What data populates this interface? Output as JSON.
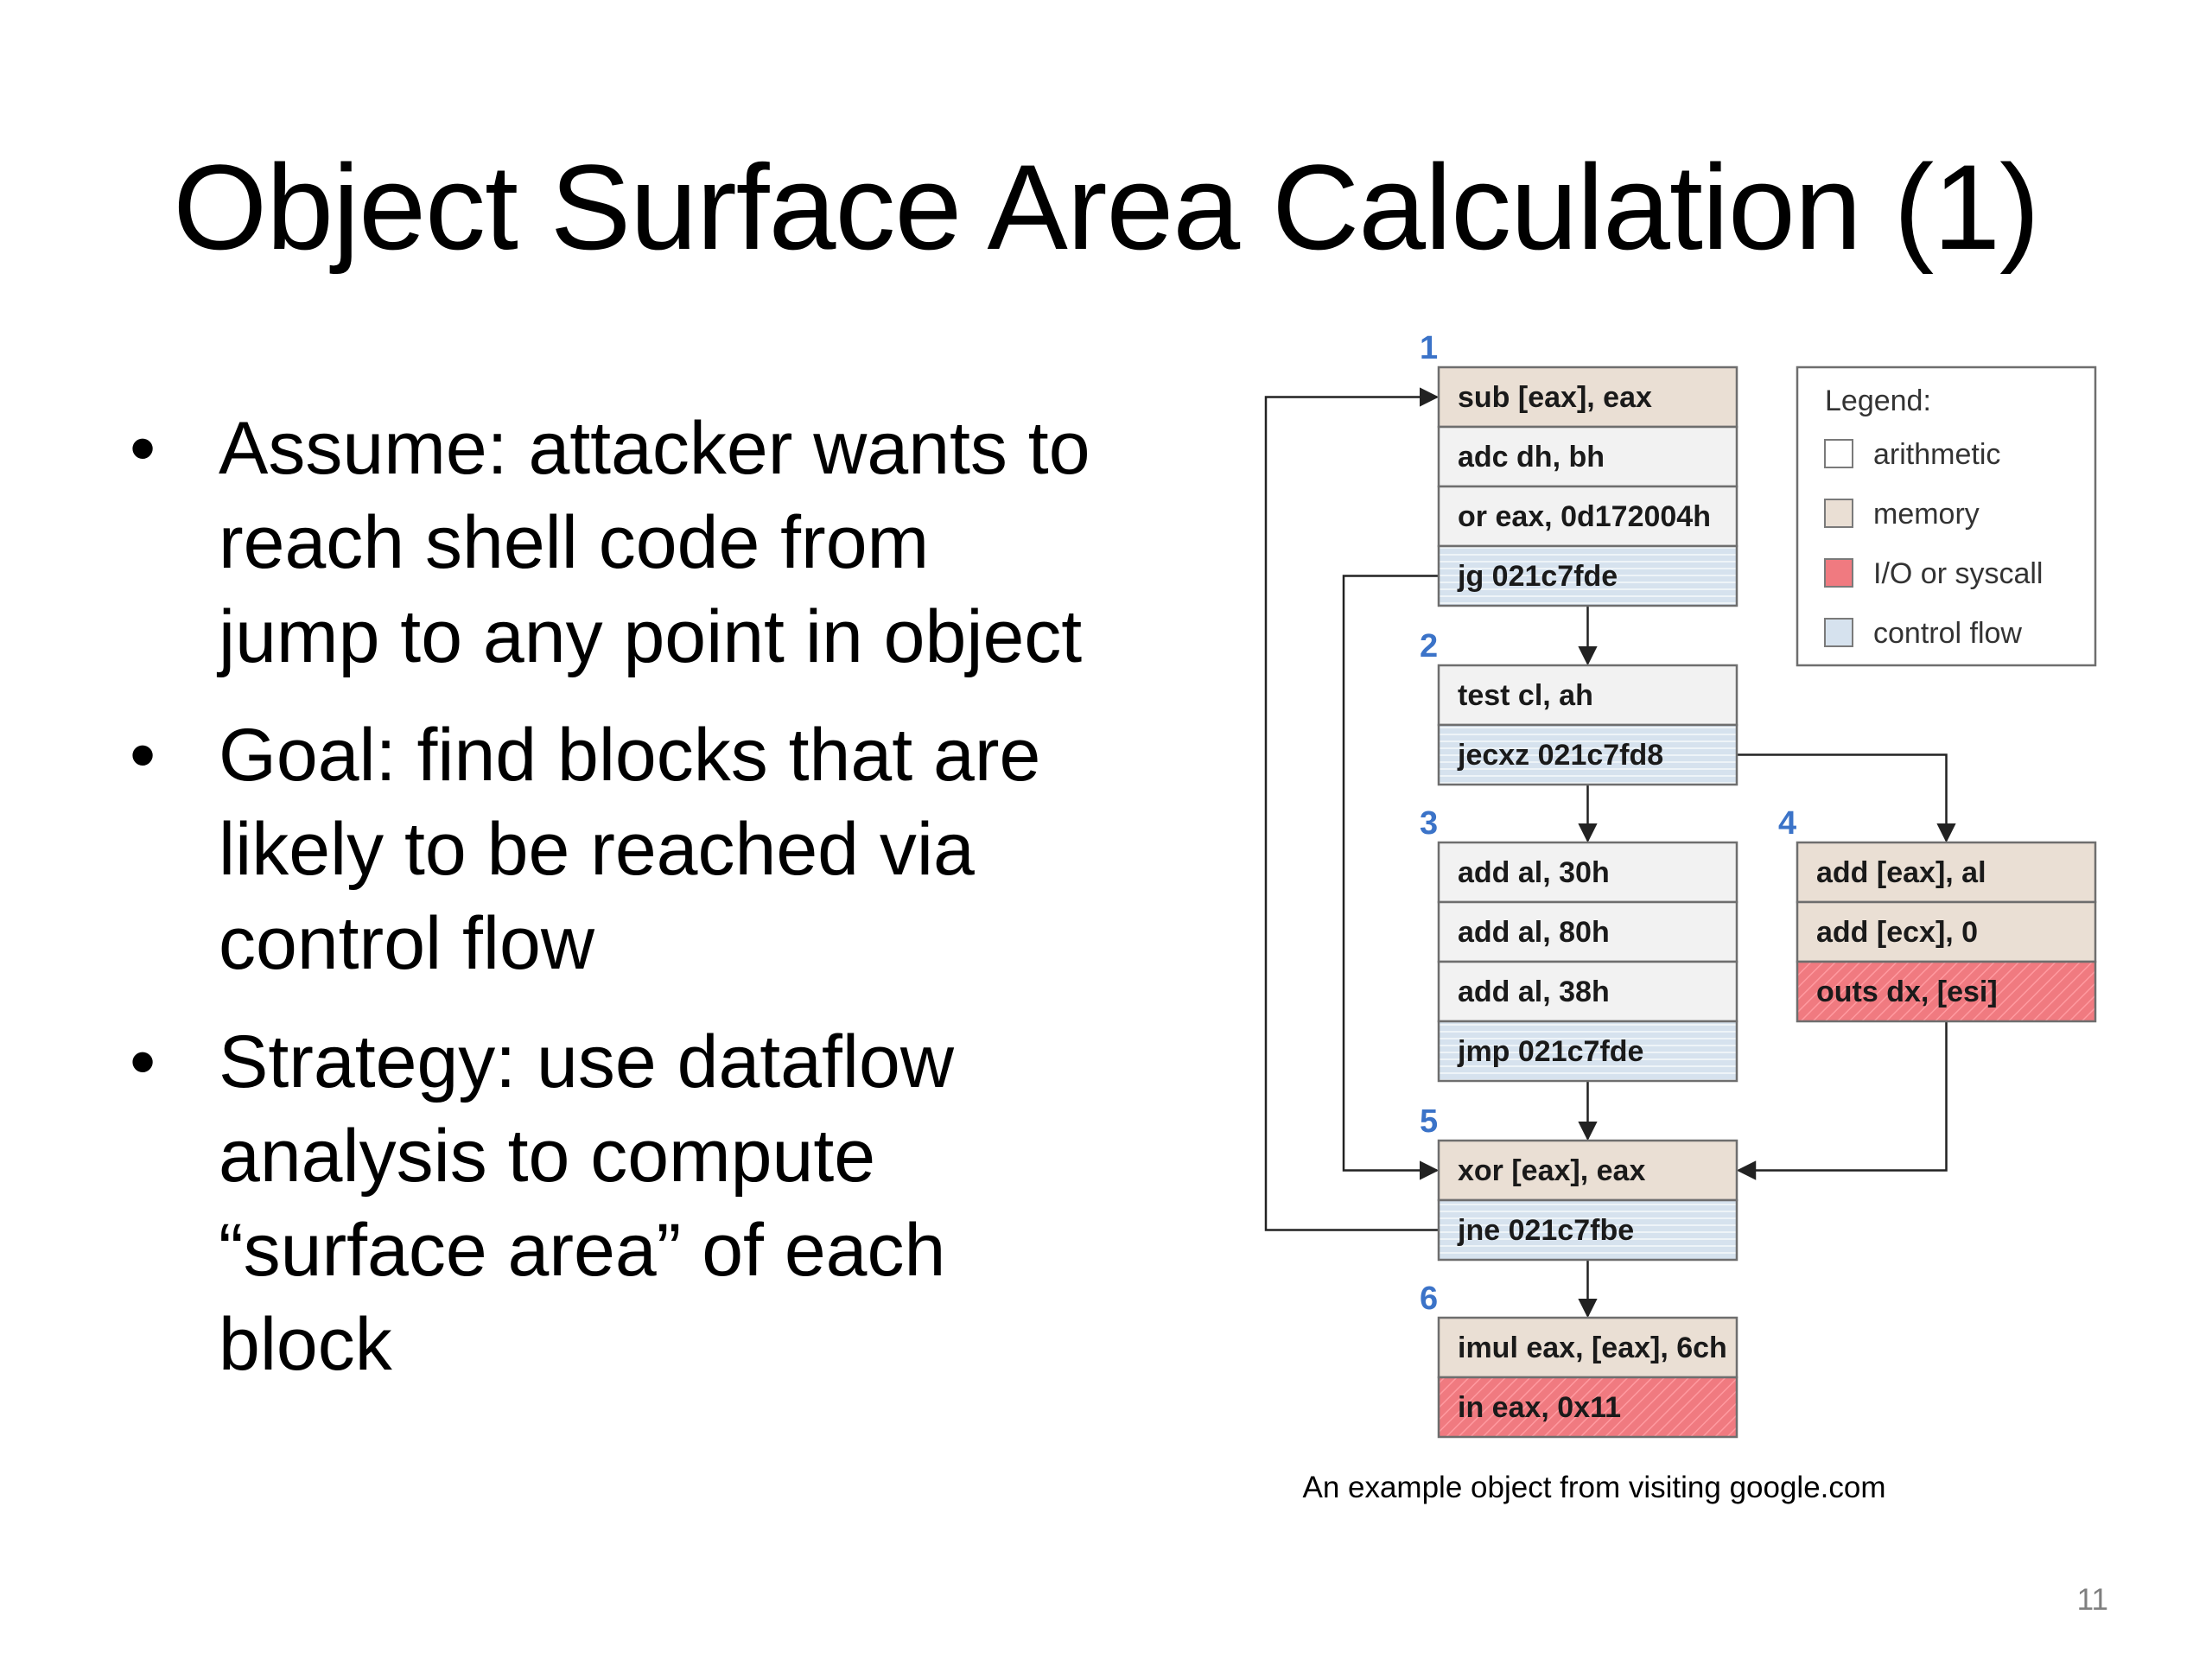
{
  "title": "Object Surface Area Calculation (1)",
  "bullets": [
    {
      "text": "Assume: attacker wants to reach shell code from jump to any point in object"
    },
    {
      "text": "Goal: find blocks that are likely to be reached via control flow"
    },
    {
      "text": "Strategy: use dataflow analysis to compute “surface area” of each block"
    }
  ],
  "bullet_symbol": "•",
  "colors": {
    "arithmetic": "#f2f2f2",
    "memory": "#eadfd4",
    "io_syscall": "#f07a80",
    "control_flow": "#d6e2ee",
    "block_number": "#3b73c8",
    "border": "#6e6e6e"
  },
  "legend": {
    "title": "Legend:",
    "items": [
      {
        "label": "arithmetic",
        "type": "arithmetic"
      },
      {
        "label": "memory",
        "type": "memory"
      },
      {
        "label": "I/O or syscall",
        "type": "io_syscall"
      },
      {
        "label": "control flow",
        "type": "control_flow"
      }
    ]
  },
  "blocks": [
    {
      "number": "1",
      "instructions": [
        {
          "text": "sub [eax], eax",
          "type": "memory"
        },
        {
          "text": "adc dh, bh",
          "type": "arithmetic"
        },
        {
          "text": "or eax, 0d172004h",
          "type": "arithmetic"
        },
        {
          "text": "jg 021c7fde",
          "type": "control_flow"
        }
      ]
    },
    {
      "number": "2",
      "instructions": [
        {
          "text": "test cl, ah",
          "type": "arithmetic"
        },
        {
          "text": "jecxz 021c7fd8",
          "type": "control_flow"
        }
      ]
    },
    {
      "number": "3",
      "instructions": [
        {
          "text": "add al, 30h",
          "type": "arithmetic"
        },
        {
          "text": "add al, 80h",
          "type": "arithmetic"
        },
        {
          "text": "add al, 38h",
          "type": "arithmetic"
        },
        {
          "text": "jmp 021c7fde",
          "type": "control_flow"
        }
      ]
    },
    {
      "number": "4",
      "instructions": [
        {
          "text": "add [eax], al",
          "type": "memory"
        },
        {
          "text": "add [ecx], 0",
          "type": "memory"
        },
        {
          "text": "outs dx, [esi]",
          "type": "io_syscall"
        }
      ]
    },
    {
      "number": "5",
      "instructions": [
        {
          "text": "xor [eax], eax",
          "type": "memory"
        },
        {
          "text": "jne 021c7fbe",
          "type": "control_flow"
        }
      ]
    },
    {
      "number": "6",
      "instructions": [
        {
          "text": "imul eax, [eax], 6ch",
          "type": "memory"
        },
        {
          "text": "in eax, 0x11",
          "type": "io_syscall"
        }
      ]
    }
  ],
  "edges": [
    {
      "from": "1",
      "to": "2"
    },
    {
      "from": "1",
      "to": "5"
    },
    {
      "from": "2",
      "to": "3"
    },
    {
      "from": "2",
      "to": "4"
    },
    {
      "from": "3",
      "to": "5"
    },
    {
      "from": "4",
      "to": "5"
    },
    {
      "from": "5",
      "to": "6"
    },
    {
      "from": "5",
      "to": "1"
    }
  ],
  "caption": "An example object from visiting google.com",
  "page_number": "11"
}
